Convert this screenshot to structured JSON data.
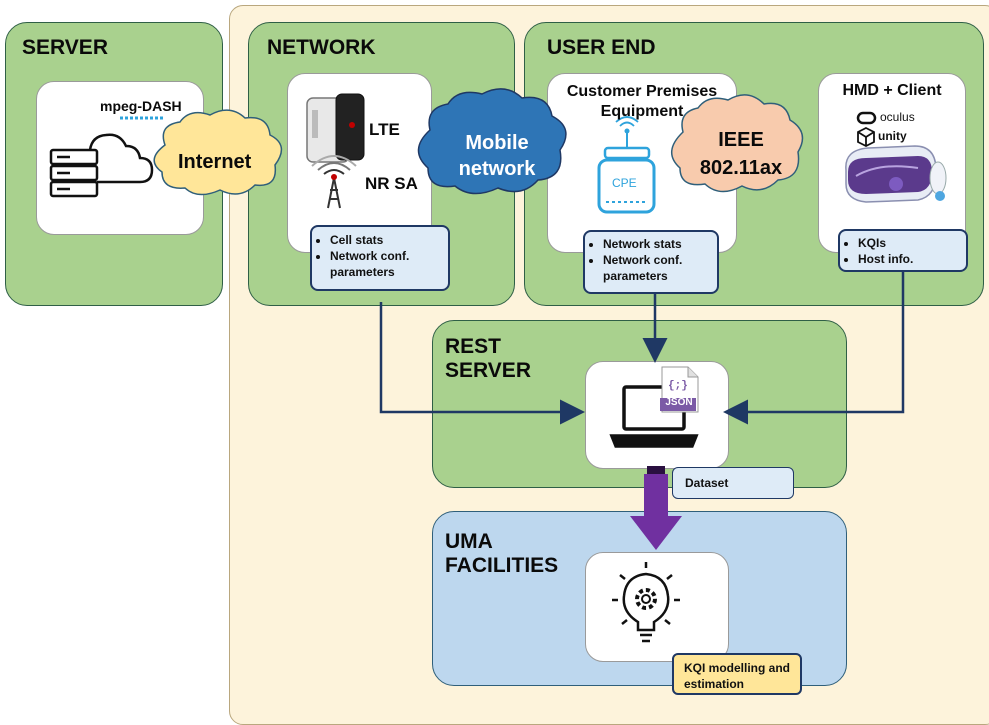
{
  "sections": {
    "server": "SERVER",
    "network": "NETWORK",
    "user_end": "USER END",
    "rest_server": "REST SERVER",
    "uma_facilities": "UMA FACILITIES"
  },
  "server_box": {
    "logo_text": "mpeg-DASH"
  },
  "internet_cloud": "Internet",
  "network_box": {
    "lte_label": "LTE",
    "nr_label": "NR SA"
  },
  "mobile_cloud": "Mobile network",
  "cpe_box": {
    "title": "Customer Premises Equipment",
    "device_label": "CPE"
  },
  "wifi_cloud": "IEEE 802.11ax",
  "hmd_box": {
    "title": "HMD + Client",
    "oculus_label": "oculus",
    "unity_label": "unity"
  },
  "callouts": {
    "network": [
      "Cell stats",
      "Network conf. parameters"
    ],
    "cpe": [
      "Network stats",
      "Network conf. parameters"
    ],
    "hmd": [
      "KQIs",
      "Host info."
    ],
    "dataset": "Dataset",
    "kqi": "KQI modelling and estimation"
  },
  "json_file_label": "JSON",
  "colors": {
    "green": "#a9d18e",
    "beige": "#fdf3db",
    "blue": "#bdd7ee",
    "arrow": "#1f3864",
    "purple": "#7030a0",
    "cloud_blue": "#2e75b6",
    "cloud_yellow": "#ffe699",
    "cloud_orange": "#f8cbad"
  }
}
